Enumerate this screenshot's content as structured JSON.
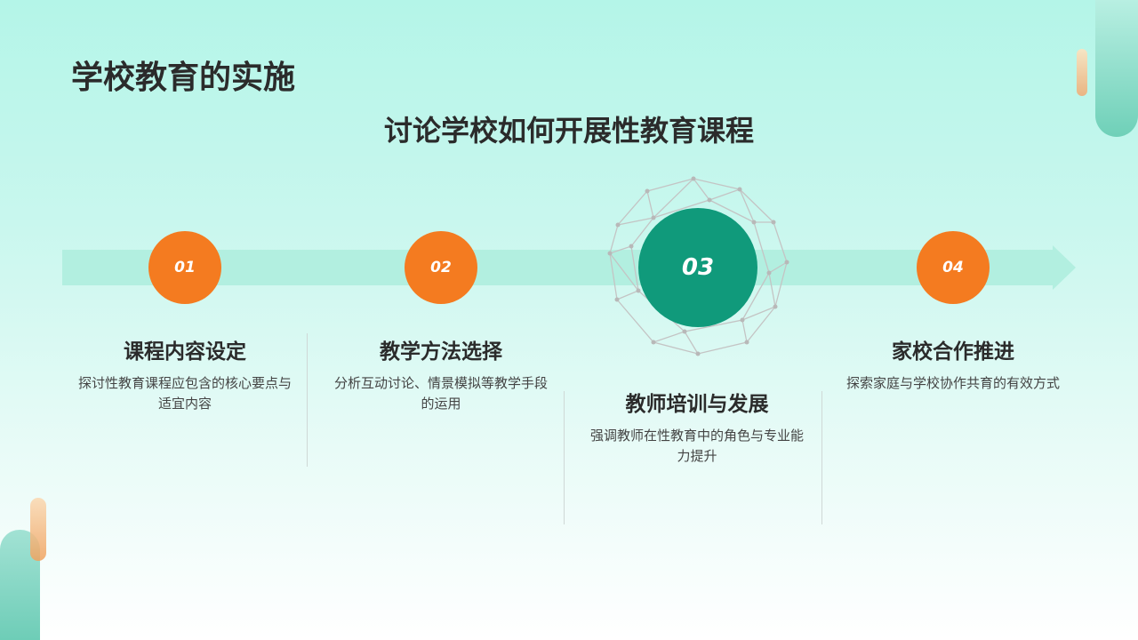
{
  "title": "学校教育的实施",
  "subtitle": "讨论学校如何开展性教育课程",
  "steps": [
    {
      "number": "01",
      "title": "课程内容设定",
      "desc": "探讨性教育课程应包含的核心要点与适宜内容"
    },
    {
      "number": "02",
      "title": "教学方法选择",
      "desc": "分析互动讨论、情景模拟等教学手段的运用"
    },
    {
      "number": "03",
      "title": "教师培训与发展",
      "desc": "强调教师在性教育中的角色与专业能力提升"
    },
    {
      "number": "04",
      "title": "家校合作推进",
      "desc": "探索家庭与学校协作共育的有效方式"
    }
  ],
  "colors": {
    "orange": "#f47b20",
    "green": "#109a7b",
    "band": "#b2efe0"
  }
}
